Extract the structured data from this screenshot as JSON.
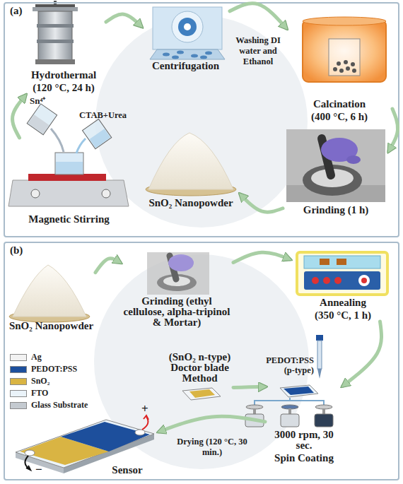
{
  "diagram": {
    "nodes": [
      {
        "text": [
          "(a)"
        ]
      },
      {
        "text": [
          "Hydrothermal",
          "(120 °C, 24 h)"
        ],
        "in": 0
      },
      {
        "text": [
          "Centrifugation"
        ],
        "in": 0
      },
      {
        "text": [
          "Calcination",
          "(400 °C, 6 h)"
        ],
        "in": 0
      },
      {
        "text": [
          "Magnetic Stirring"
        ],
        "in": 0
      },
      {
        "text": [
          "SnO₂ Nanopowder"
        ],
        "in": 0
      },
      {
        "text": [
          "Grinding (1 h)"
        ],
        "in": 0
      },
      {
        "text": [
          "(b)"
        ]
      },
      {
        "text": [
          "SnO₂ Nanopowder"
        ],
        "in": 7
      },
      {
        "text": [
          "Grinding (ethyl cellulose, alpha-tripinol & Mortar)"
        ],
        "in": 7
      },
      {
        "text": [
          "Annealing",
          "(350 °C, 1 h)"
        ],
        "in": 7
      },
      {
        "text": [
          "(SnO₂ n-type) Doctor blade Method"
        ],
        "in": 7
      },
      {
        "text": [
          "3000 rpm, 30 sec.",
          "Spin Coating"
        ],
        "in": 7
      },
      {
        "text": [
          "Sensor"
        ],
        "in": 7
      }
    ],
    "edges": [
      {
        "from": 4,
        "to": 1,
        "arrow": "to"
      },
      {
        "from": 1,
        "to": 2,
        "arrow": "to"
      },
      {
        "from": 2,
        "to": 3,
        "label": "Washing DI water and Ethanol",
        "arrow": "to"
      },
      {
        "from": 3,
        "to": 6,
        "arrow": "to"
      },
      {
        "from": 6,
        "to": 5,
        "arrow": "to"
      },
      {
        "from": 8,
        "to": 9,
        "arrow": "to"
      },
      {
        "from": 9,
        "to": 10,
        "arrow": "to"
      },
      {
        "from": 10,
        "to": 12,
        "arrow": "to"
      },
      {
        "from": 11,
        "to": 12,
        "arrow": "to"
      },
      {
        "from": 12,
        "to": 13,
        "label": "Drying (120 °C, 30 min.)",
        "arrow": "to"
      }
    ],
    "labels": [
      "Sn⁴⁺",
      "CTAB+Urea",
      "PEDOT:PSS (p-type)",
      "+",
      "−"
    ],
    "legend": [
      {
        "text": "Ag",
        "color": "#f2f2f2"
      },
      {
        "text": "PEDOT:PSS",
        "color": "#1d4f9c"
      },
      {
        "text": "SnO₂",
        "color": "#d9b443"
      },
      {
        "text": "FTO",
        "color": "#eaf3f9"
      },
      {
        "text": "Glass Substrate",
        "color": "#c4cad0"
      }
    ]
  }
}
